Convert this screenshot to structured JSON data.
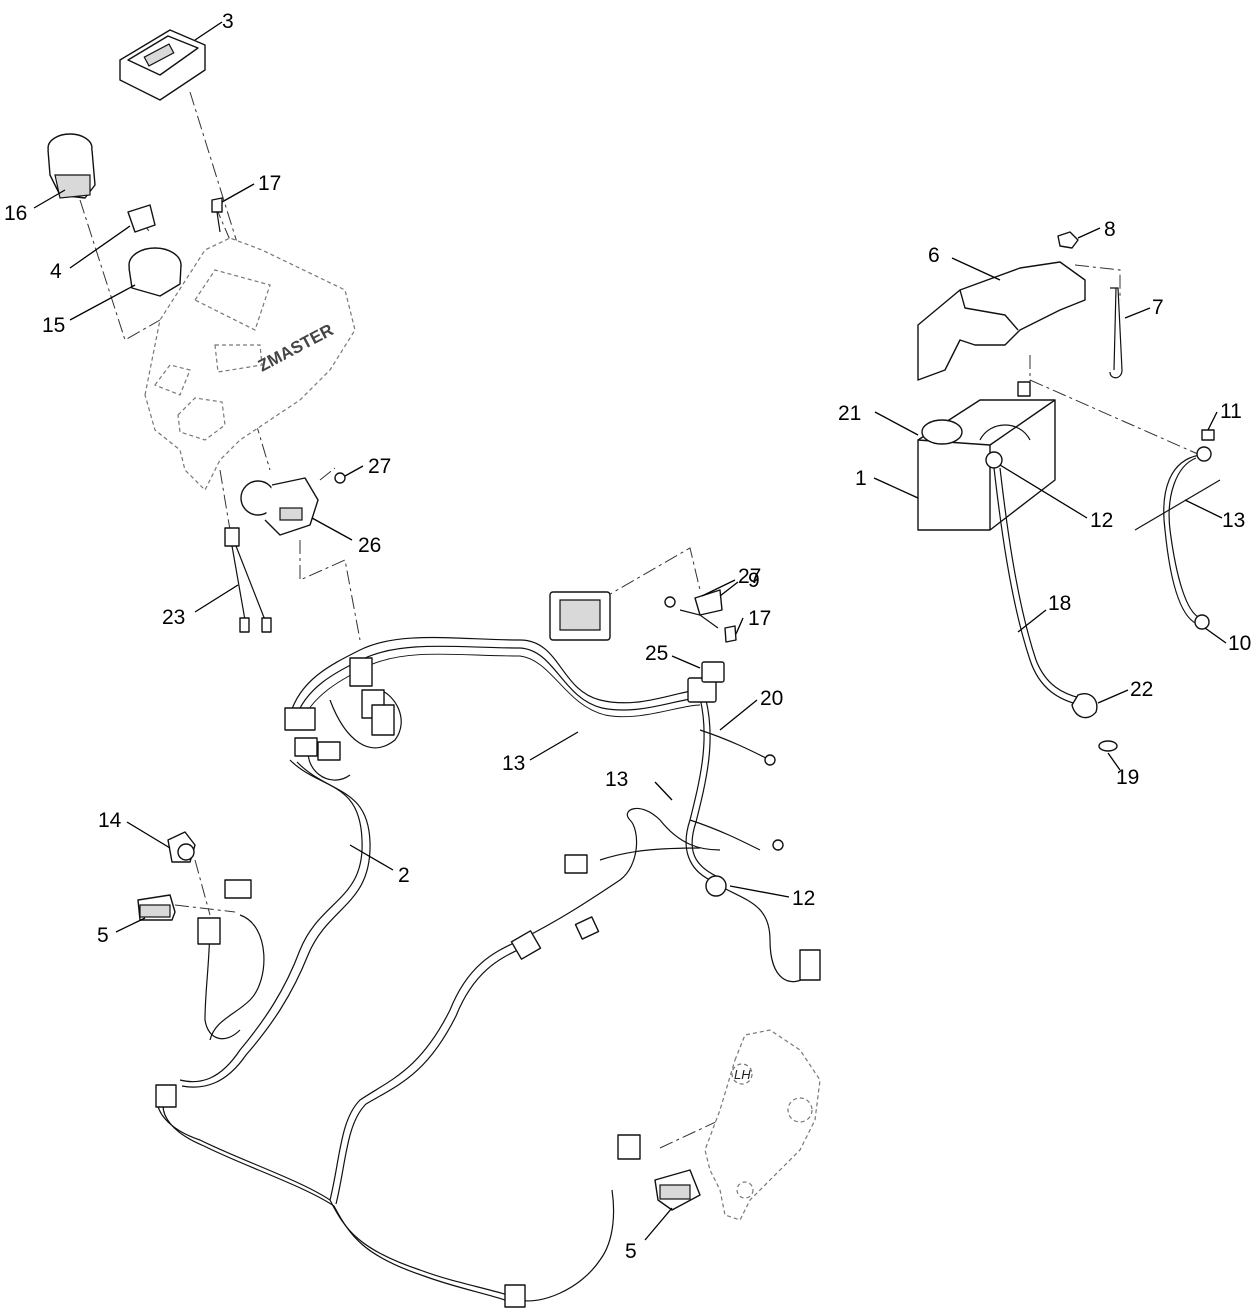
{
  "panel_brand": "ZMASTER",
  "frame_mark": "LH",
  "callouts": [
    {
      "id": "c3",
      "label": "3"
    },
    {
      "id": "c16",
      "label": "16"
    },
    {
      "id": "c17a",
      "label": "17"
    },
    {
      "id": "c4",
      "label": "4"
    },
    {
      "id": "c15",
      "label": "15"
    },
    {
      "id": "c27a",
      "label": "27"
    },
    {
      "id": "c26",
      "label": "26"
    },
    {
      "id": "c23",
      "label": "23"
    },
    {
      "id": "c27b",
      "label": "27"
    },
    {
      "id": "c9",
      "label": "9"
    },
    {
      "id": "c17b",
      "label": "17"
    },
    {
      "id": "c25",
      "label": "25"
    },
    {
      "id": "c20",
      "label": "20"
    },
    {
      "id": "c13a",
      "label": "13"
    },
    {
      "id": "c13b",
      "label": "13"
    },
    {
      "id": "c14",
      "label": "14"
    },
    {
      "id": "c2",
      "label": "2"
    },
    {
      "id": "c12a",
      "label": "12"
    },
    {
      "id": "c5a",
      "label": "5"
    },
    {
      "id": "c5b",
      "label": "5"
    },
    {
      "id": "c8",
      "label": "8"
    },
    {
      "id": "c6",
      "label": "6"
    },
    {
      "id": "c7",
      "label": "7"
    },
    {
      "id": "c21",
      "label": "21"
    },
    {
      "id": "c11",
      "label": "11"
    },
    {
      "id": "c1",
      "label": "1"
    },
    {
      "id": "c12b",
      "label": "12"
    },
    {
      "id": "c13c",
      "label": "13"
    },
    {
      "id": "c18",
      "label": "18"
    },
    {
      "id": "c10",
      "label": "10"
    },
    {
      "id": "c22",
      "label": "22"
    },
    {
      "id": "c19",
      "label": "19"
    }
  ]
}
